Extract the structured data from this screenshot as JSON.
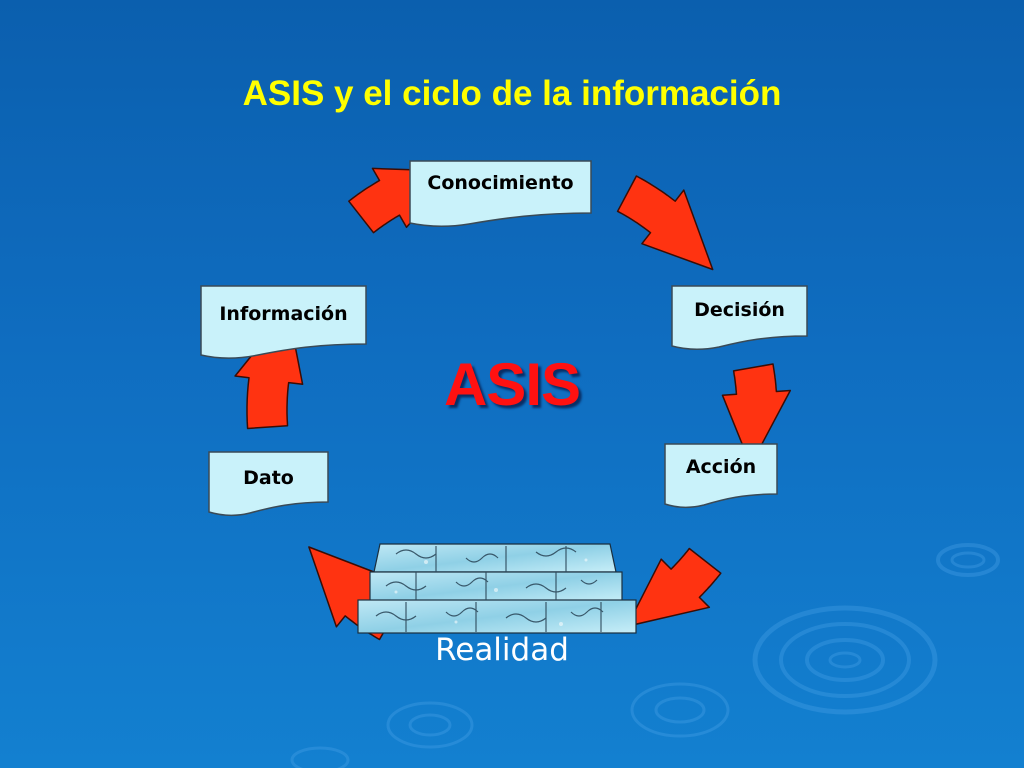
{
  "slide": {
    "title": "ASIS y el ciclo de la información",
    "center_label": "ASIS",
    "reality_label": "Realidad"
  },
  "cycle_nodes": [
    {
      "id": "conocimiento",
      "label": "Conocimiento"
    },
    {
      "id": "decision",
      "label": "Decisión"
    },
    {
      "id": "accion",
      "label": "Acción"
    },
    {
      "id": "dato",
      "label": "Dato"
    },
    {
      "id": "informacion",
      "label": "Información"
    }
  ],
  "colors": {
    "title": "#ffff00",
    "center_label": "#ff1111",
    "arrow_fill": "#ff3311",
    "node_fill": "#c9f2fa",
    "background": "#0f6dc0"
  },
  "icons": {
    "cycle_arrow": "curved-arrow-icon",
    "reality": "puzzle-stack-icon",
    "decoration": "water-ripple-icon"
  }
}
